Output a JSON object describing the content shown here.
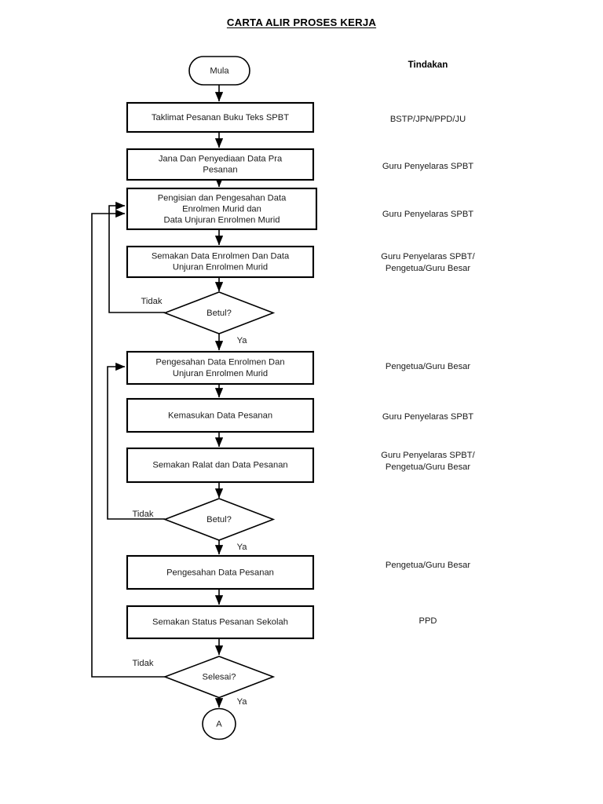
{
  "document": {
    "title": "CARTA ALIR PROSES KERJA",
    "actor_column_header": "Tindakan"
  },
  "theme": {
    "background": "#ffffff",
    "stroke": "#000000",
    "text": "#1a1a1a"
  },
  "nodes": [
    {
      "id": "start",
      "type": "terminator",
      "lines": [
        "Mula"
      ],
      "actor": ""
    },
    {
      "id": "p1",
      "type": "process",
      "lines": [
        "Taklimat Pesanan Buku Teks SPBT"
      ],
      "actor": "BSTP/JPN/PPD/JU"
    },
    {
      "id": "p2",
      "type": "process",
      "lines": [
        "Jana Dan Penyediaan Data Pra",
        "Pesanan"
      ],
      "actor": "Guru Penyelaras SPBT"
    },
    {
      "id": "p3",
      "type": "process",
      "lines": [
        "Pengisian dan Pengesahan Data",
        "Enrolmen Murid dan",
        "Data Unjuran Enrolmen Murid"
      ],
      "actor": "Guru Penyelaras SPBT"
    },
    {
      "id": "p4",
      "type": "process",
      "lines": [
        "Semakan Data Enrolmen  Dan Data",
        "Unjuran Enrolmen Murid"
      ],
      "actor": "Guru Penyelaras SPBT/ Pengetua/Guru Besar",
      "actor_lines": [
        "Guru Penyelaras SPBT/",
        "Pengetua/Guru Besar"
      ]
    },
    {
      "id": "d1",
      "type": "decision",
      "lines": [
        "Betul?"
      ],
      "actor": ""
    },
    {
      "id": "p5",
      "type": "process",
      "lines": [
        "Pengesahan Data Enrolmen Dan",
        "Unjuran Enrolmen Murid"
      ],
      "actor": "Pengetua/Guru Besar"
    },
    {
      "id": "p6",
      "type": "process",
      "lines": [
        "Kemasukan Data Pesanan"
      ],
      "actor": "Guru Penyelaras SPBT"
    },
    {
      "id": "p7",
      "type": "process",
      "lines": [
        "Semakan Ralat dan Data Pesanan"
      ],
      "actor": "Guru Penyelaras SPBT/ Pengetua/Guru Besar",
      "actor_lines": [
        "Guru Penyelaras SPBT/",
        "Pengetua/Guru Besar"
      ]
    },
    {
      "id": "d2",
      "type": "decision",
      "lines": [
        "Betul?"
      ],
      "actor": ""
    },
    {
      "id": "p8",
      "type": "process",
      "lines": [
        "Pengesahan Data Pesanan"
      ],
      "actor": "Pengetua/Guru Besar"
    },
    {
      "id": "p9",
      "type": "process",
      "lines": [
        "Semakan Status Pesanan Sekolah"
      ],
      "actor": "PPD"
    },
    {
      "id": "d3",
      "type": "decision",
      "lines": [
        "Selesai?"
      ],
      "actor": ""
    },
    {
      "id": "end",
      "type": "connector",
      "lines": [
        "A"
      ],
      "actor": ""
    }
  ],
  "node_text": {
    "start_1": "Mula",
    "p1_1": "Taklimat Pesanan Buku Teks SPBT",
    "p2_1": "Jana Dan Penyediaan Data Pra",
    "p2_2": "Pesanan",
    "p3_1": "Pengisian dan Pengesahan Data",
    "p3_2": "Enrolmen Murid dan",
    "p3_3": "Data Unjuran Enrolmen Murid",
    "p4_1": "Semakan Data Enrolmen  Dan Data",
    "p4_2": "Unjuran Enrolmen Murid",
    "d1_1": "Betul?",
    "p5_1": "Pengesahan Data Enrolmen Dan",
    "p5_2": "Unjuran Enrolmen Murid",
    "p6_1": "Kemasukan Data Pesanan",
    "p7_1": "Semakan Ralat dan Data Pesanan",
    "d2_1": "Betul?",
    "p8_1": "Pengesahan Data Pesanan",
    "p9_1": "Semakan Status Pesanan Sekolah",
    "d3_1": "Selesai?",
    "end_1": "A"
  },
  "actors": {
    "p1": "BSTP/JPN/PPD/JU",
    "p2": "Guru Penyelaras SPBT",
    "p3": "Guru Penyelaras SPBT",
    "p4_line1": "Guru Penyelaras SPBT/",
    "p4_line2": "Pengetua/Guru Besar",
    "p5": "Pengetua/Guru Besar",
    "p6": "Guru Penyelaras SPBT",
    "p7_line1": "Guru Penyelaras SPBT/",
    "p7_line2": "Pengetua/Guru Besar",
    "p8": "Pengetua/Guru Besar",
    "p9": "PPD"
  },
  "edge_labels": {
    "d1_no": "Tidak",
    "d1_yes": "Ya",
    "d2_no": "Tidak",
    "d2_yes": "Ya",
    "d3_no": "Tidak",
    "d3_yes": "Ya"
  }
}
